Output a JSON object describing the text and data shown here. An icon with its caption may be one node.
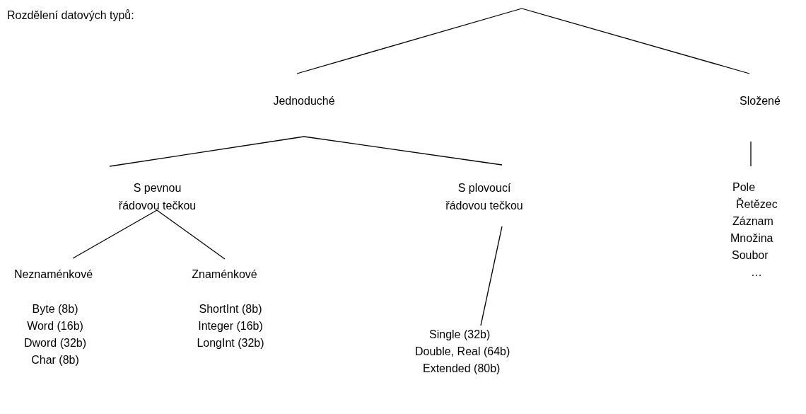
{
  "diagram": {
    "title": "Rozdělení datových typů:",
    "nodes": [
      {
        "text": [
          "Jednoduché"
        ]
      },
      {
        "text": [
          "Složené"
        ]
      },
      {
        "text": [
          "S pevnou řádovou tečkou"
        ]
      },
      {
        "text": [
          "S plovoucí řádovou tečkou"
        ]
      },
      {
        "text": [
          "Neznaménkové"
        ]
      },
      {
        "text": [
          "Znaménkové"
        ]
      },
      {
        "text": [
          "Single (32b)",
          "Double, Real (64b)",
          "Extended (80b)"
        ]
      },
      {
        "text": [
          "Pole",
          "Řetězec",
          "Záznam",
          "Množina",
          "Soubor",
          "…"
        ]
      }
    ],
    "edges": [
      {
        "from": null,
        "to": 0,
        "arrow": "none"
      },
      {
        "from": null,
        "to": 1,
        "arrow": "none"
      },
      {
        "from": 0,
        "to": 2,
        "arrow": "none"
      },
      {
        "from": 0,
        "to": 3,
        "arrow": "none"
      },
      {
        "from": 2,
        "to": 4,
        "arrow": "none"
      },
      {
        "from": 2,
        "to": 5,
        "arrow": "none"
      },
      {
        "from": 3,
        "to": 6,
        "arrow": "none"
      },
      {
        "from": 1,
        "to": 7,
        "arrow": "none"
      }
    ],
    "labels": [
      "Byte (8b)",
      "Word (16b)",
      "Dword (32b)",
      "Char (8b)",
      "ShortInt (8b)",
      "Integer (16b)",
      "LongInt (32b)"
    ]
  }
}
